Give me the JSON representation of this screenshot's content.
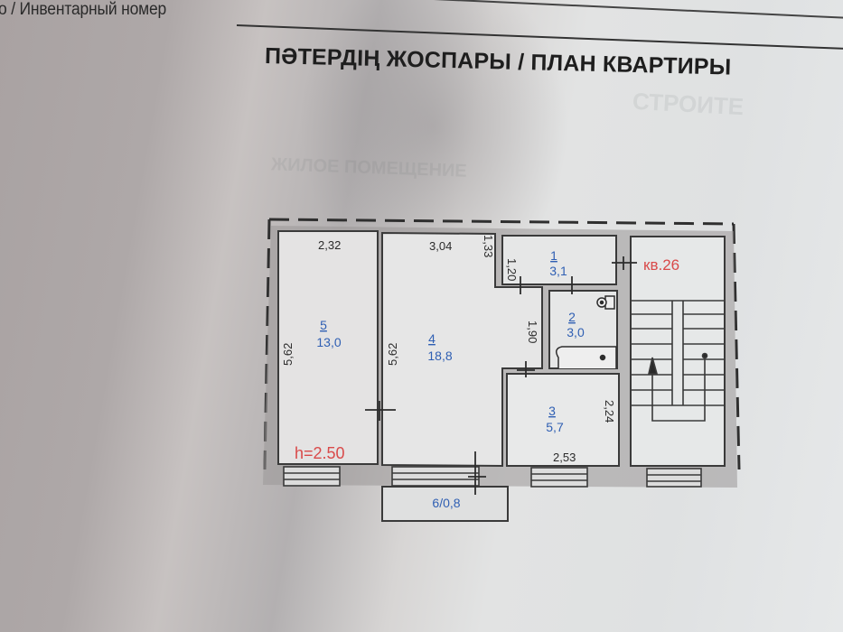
{
  "header": {
    "inventory_label": "о / Инвентарный номер",
    "title": "ПӘТЕРДІҢ ЖОСПАРЫ / ПЛАН КВАРТИРЫ"
  },
  "background_text": [
    "СТРОИТЕ",
    "ЖИЛОЕ ПОМЕЩЕНИЕ"
  ],
  "plan": {
    "apartment_label": "кв.26",
    "ceiling_height": "h=2.50",
    "colors": {
      "room_label": "#2f5fb3",
      "red_label": "#d94a4a",
      "wall": "#3a3a3a",
      "dimension": "#2b2b2b"
    },
    "rooms": [
      {
        "number": "1",
        "area": "3,1"
      },
      {
        "number": "2",
        "area": "3,0"
      },
      {
        "number": "3",
        "area": "5,7"
      },
      {
        "number": "4",
        "area": "18,8"
      },
      {
        "number": "5",
        "area": "13,0"
      }
    ],
    "balcony": "6/0,8",
    "dimensions": {
      "room5_width": "2,32",
      "room5_height": "5,62",
      "room4_width": "3,04",
      "room4_height": "5,62",
      "corridor_width": "1,33",
      "room1_height": "1,20",
      "room2_height": "1,90",
      "room3_height": "2,24",
      "room3_width": "2,53"
    }
  }
}
